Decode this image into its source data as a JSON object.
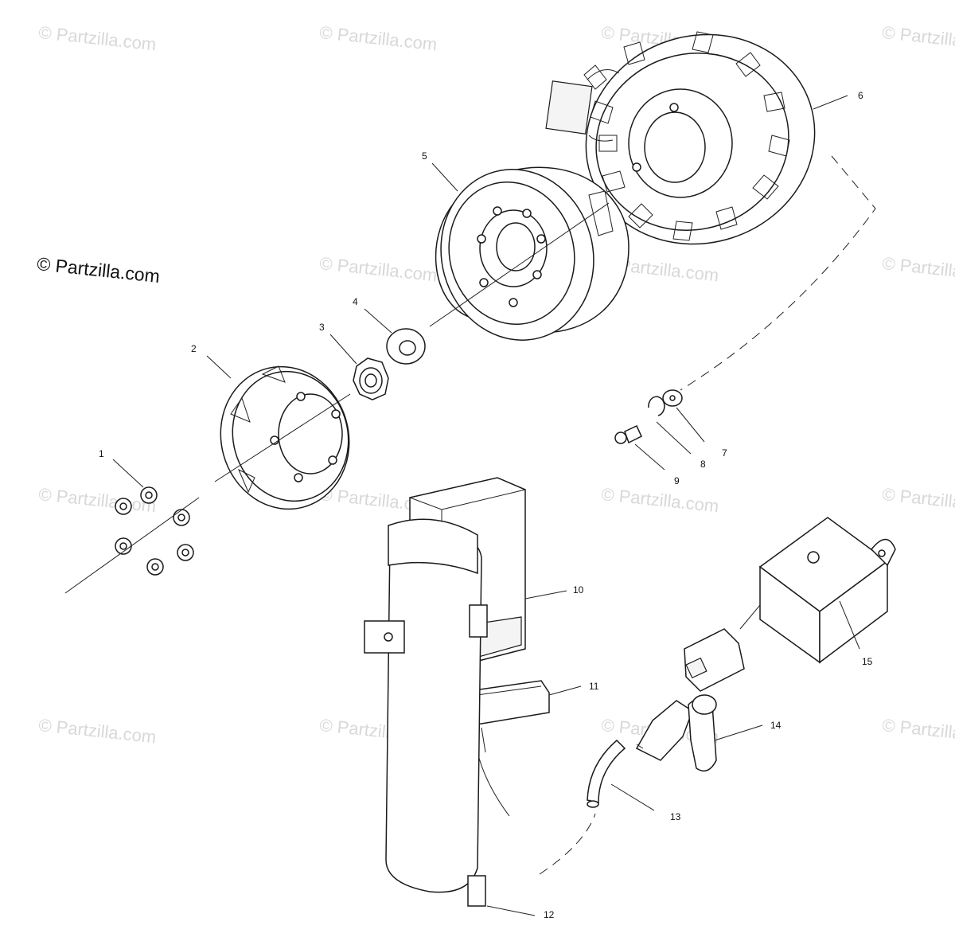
{
  "watermark": "© Partzilla.com",
  "copyright": "© Partzilla.com",
  "callouts": [
    "1",
    "2",
    "3",
    "4",
    "5",
    "6",
    "7",
    "8",
    "9",
    "10",
    "11",
    "12",
    "13",
    "14",
    "15"
  ]
}
